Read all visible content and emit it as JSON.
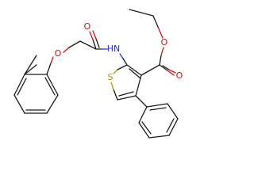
{
  "structure": {
    "atoms": {
      "O_carbonyl_amide": "O",
      "NH": "HN",
      "O_ether": "O",
      "S_ring": "S",
      "O_ester_carbonyl": "O",
      "O_ester_alkoxy": "O"
    },
    "colors": {
      "carbon_bonds": "#1a1a1a",
      "oxygen": "#d01010",
      "nitrogen": "#2a2ae0",
      "sulfur": "#b59a00"
    }
  }
}
